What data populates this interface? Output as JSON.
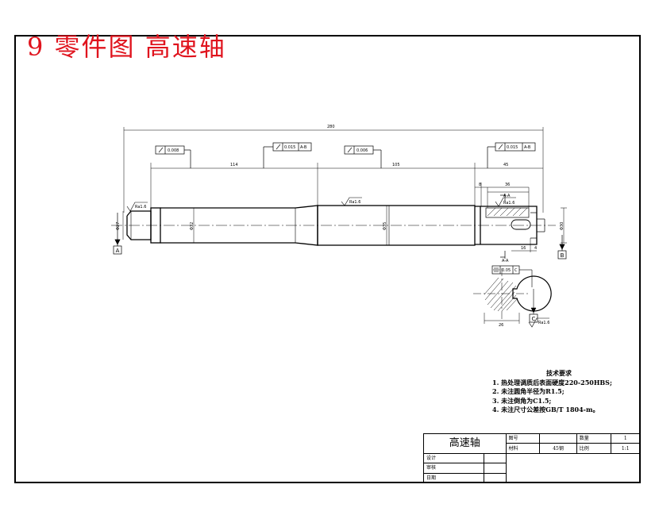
{
  "page": {
    "title": "9 零件图 高速轴"
  },
  "drawing": {
    "dimensions": {
      "overall_length": "280",
      "seg_left": "114",
      "seg_mid": "105",
      "seg_right": "45",
      "keyway_length": "36",
      "keyway_offset": "8",
      "keyway_pos": "16",
      "step_small": "4",
      "dia_left_end": "Φ27",
      "dia_shaft_1": "Φ32",
      "dia_shaft_2": "Φ35",
      "dia_right_end": "Φ30",
      "section_width": "26"
    },
    "tolerances": {
      "runout_1": "0.008",
      "runout_2": "0.015",
      "runout_2_datum": "A-B",
      "runout_3": "0.006",
      "runout_4": "0.015",
      "runout_4_datum": "A-B",
      "symmetry_value": "0.05",
      "symmetry_datum": "C"
    },
    "roughness": {
      "ra_1": "Ra1.6",
      "ra_2": "Ra1.6",
      "ra_3": "Ra1.6",
      "ra_4": "Ra1.6"
    },
    "datums": {
      "a": "A",
      "b": "B",
      "c": "C"
    },
    "section_labels": {
      "cut_top": "A-A",
      "cut_bottom": "A-A",
      "cut_mark": "A"
    }
  },
  "tech_requirements": {
    "title": "技术要求",
    "items": [
      "1. 热处理调质后表面硬度220-250HBS;",
      "2. 未注圆角半径为R1.5;",
      "3. 未注倒角为C1.5;",
      "4. 未注尺寸公差按GB/T 1804-m。"
    ]
  },
  "title_block": {
    "part_name": "高速轴",
    "drawing_no_label": "图号",
    "drawing_no_value": "",
    "quantity_label": "数量",
    "quantity_value": "1",
    "material_label": "材料",
    "material_value": "45钢",
    "scale_label": "比例",
    "scale_value": "1:1",
    "designed_label": "设计",
    "checked_label": "审核",
    "date_label": "日期"
  }
}
